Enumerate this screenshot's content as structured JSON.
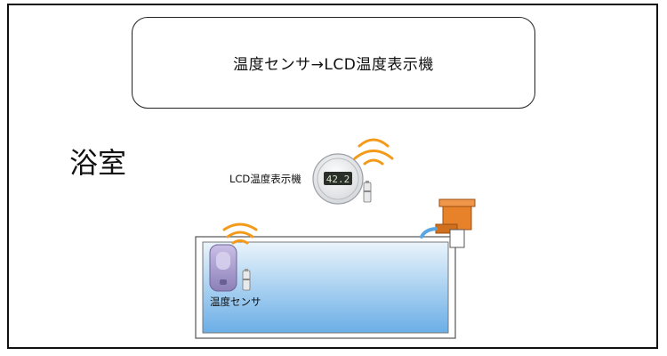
{
  "title_box": {
    "text": "温度センサ→LCD温度表示機"
  },
  "room_label": "浴室",
  "lcd_display": {
    "label": "LCD温度表示機",
    "reading": "42.2"
  },
  "sensor": {
    "label": "温度センサ"
  },
  "colors": {
    "signal_wave": "#f39a1a",
    "water_top": "#eaf4fb",
    "water_bottom": "#6aaee6",
    "faucet": "#e8822a",
    "sensor_body": "#a79bc9"
  },
  "icons": [
    "wireless-signal-icon",
    "battery-icon",
    "faucet-icon"
  ]
}
